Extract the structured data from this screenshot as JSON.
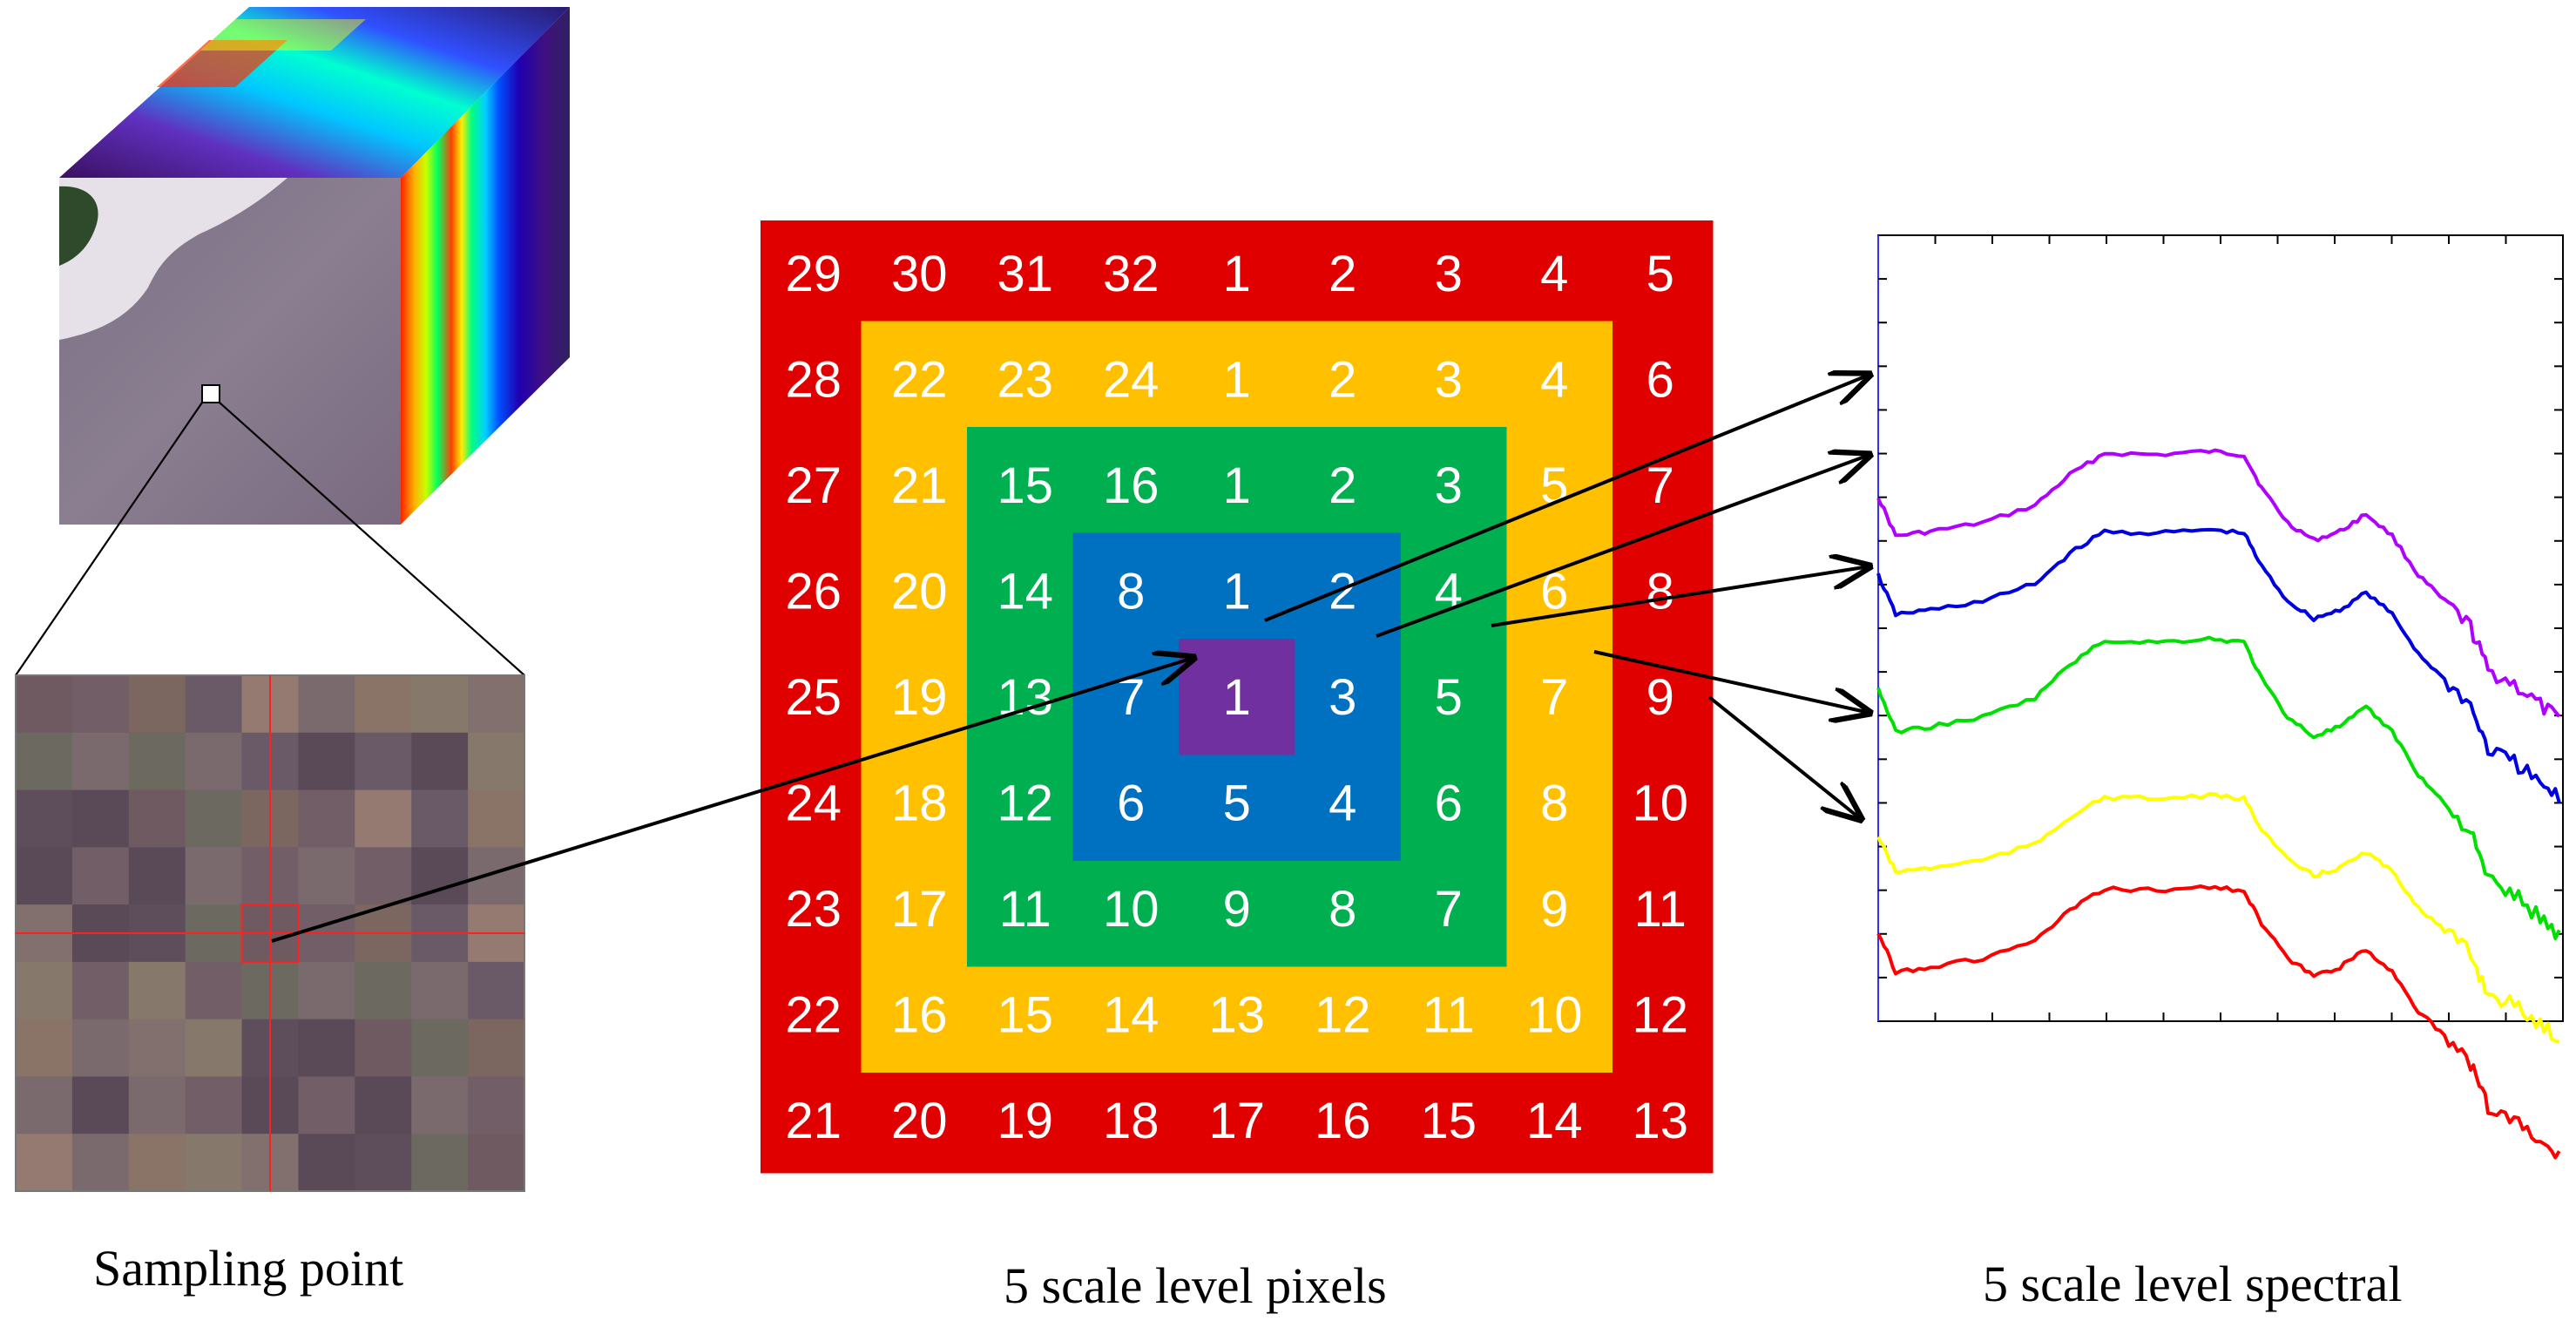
{
  "captions": {
    "sampling": "Sampling point",
    "pixels": "5 scale level pixels",
    "spectral": "5 scale level spectral"
  },
  "colors": {
    "level1": "#7030a0",
    "level2": "#0070c0",
    "level3": "#00b050",
    "level4": "#ffc000",
    "level5": "#e00000",
    "spectra": [
      "#b000ff",
      "#0000e0",
      "#00e000",
      "#ffff00",
      "#ff0000"
    ]
  },
  "grid": [
    [
      "29",
      "30",
      "31",
      "32",
      "1",
      "2",
      "3",
      "4",
      "5"
    ],
    [
      "28",
      "22",
      "23",
      "24",
      "1",
      "2",
      "3",
      "4",
      "6"
    ],
    [
      "27",
      "21",
      "15",
      "16",
      "1",
      "2",
      "3",
      "5",
      "7"
    ],
    [
      "26",
      "20",
      "14",
      "8",
      "1",
      "2",
      "4",
      "6",
      "8"
    ],
    [
      "25",
      "19",
      "13",
      "7",
      "1",
      "3",
      "5",
      "7",
      "9"
    ],
    [
      "24",
      "18",
      "12",
      "6",
      "5",
      "4",
      "6",
      "8",
      "10"
    ],
    [
      "23",
      "17",
      "11",
      "10",
      "9",
      "8",
      "7",
      "9",
      "11"
    ],
    [
      "22",
      "16",
      "15",
      "14",
      "13",
      "12",
      "11",
      "10",
      "12"
    ],
    [
      "21",
      "20",
      "19",
      "18",
      "17",
      "16",
      "15",
      "14",
      "13"
    ]
  ],
  "icons": {
    "cube": "hyperspectral-cube-icon",
    "zoom": "pixel-zoom-icon",
    "plot": "spectral-plot-icon"
  }
}
